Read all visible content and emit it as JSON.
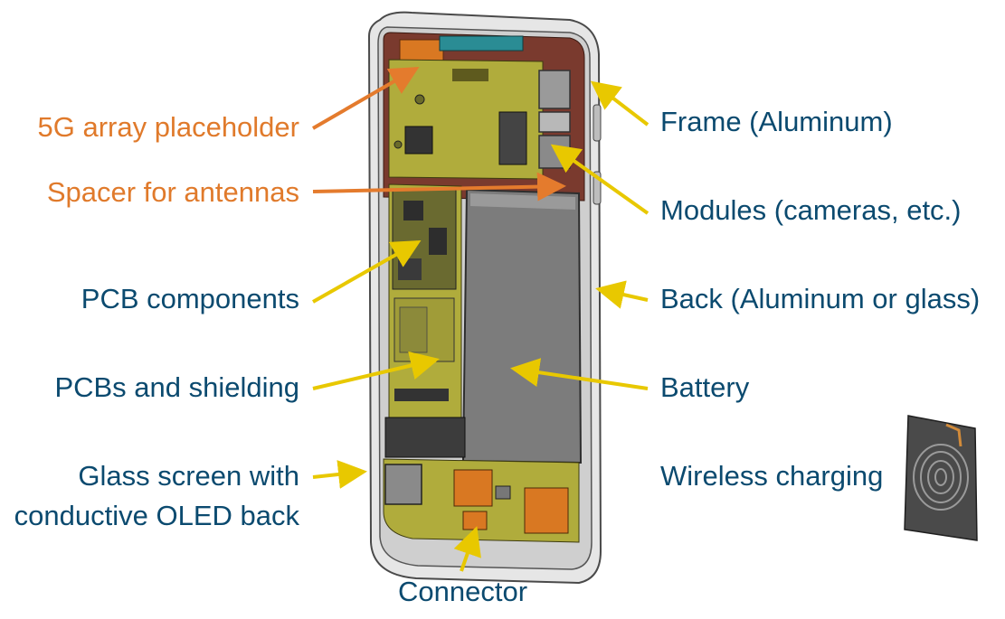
{
  "colors": {
    "orange_text": "#E07A2B",
    "blue_text": "#0B4A6F",
    "orange_arrow": "#E47B2D",
    "yellow_arrow": "#E8C800",
    "pcb_olive": "#B0AC3C",
    "pcb_dark": "#5E5A1E",
    "antenna_red": "#7A3A2E",
    "frame_gray": "#D7D7D7",
    "battery_gray": "#7C7C7C",
    "patch_orange": "#D97822"
  },
  "labels": {
    "array_5g": "5G array placeholder",
    "spacer": "Spacer for antennas",
    "pcb_components": "PCB components",
    "pcbs_shielding": "PCBs and shielding",
    "glass_line1": "Glass screen with",
    "glass_line2": "conductive OLED back",
    "frame": "Frame (Aluminum)",
    "modules": "Modules (cameras, etc.)",
    "back": "Back  (Aluminum or glass)",
    "battery": "Battery",
    "wireless": "Wireless charging",
    "connector": "Connector"
  }
}
